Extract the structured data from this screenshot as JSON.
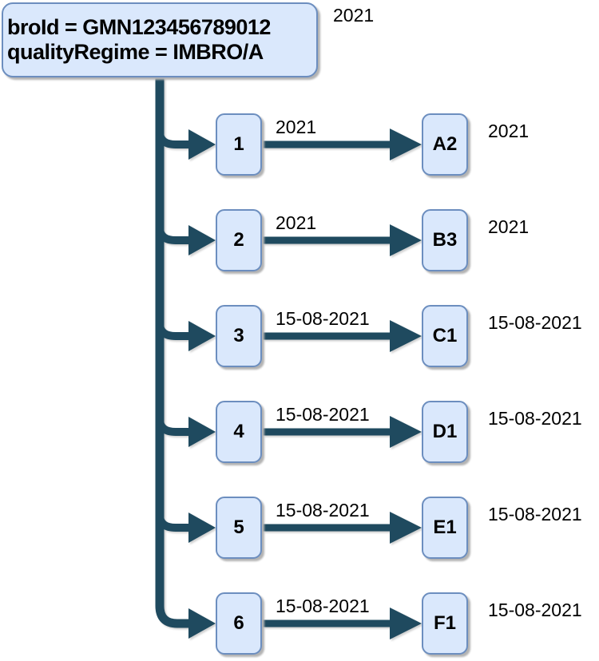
{
  "diagram": {
    "root": {
      "line1": "broId = GMN123456789012",
      "line2": "qualityRegime = IMBRO/A",
      "side_label": "2021"
    },
    "branches": [
      {
        "source": "1",
        "edge_label": "2021",
        "target": "A2",
        "side_label": "2021"
      },
      {
        "source": "2",
        "edge_label": "2021",
        "target": "B3",
        "side_label": "2021"
      },
      {
        "source": "3",
        "edge_label": "15-08-2021",
        "target": "C1",
        "side_label": "15-08-2021"
      },
      {
        "source": "4",
        "edge_label": "15-08-2021",
        "target": "D1",
        "side_label": "15-08-2021"
      },
      {
        "source": "5",
        "edge_label": "15-08-2021",
        "target": "E1",
        "side_label": "15-08-2021"
      },
      {
        "source": "6",
        "edge_label": "15-08-2021",
        "target": "F1",
        "side_label": "15-08-2021"
      }
    ],
    "colors": {
      "node_fill": "#dae8fc",
      "node_border": "#6c8ebf",
      "connector": "#1f4a5f",
      "shadow": "#b3b3b3",
      "text": "#000000"
    }
  }
}
